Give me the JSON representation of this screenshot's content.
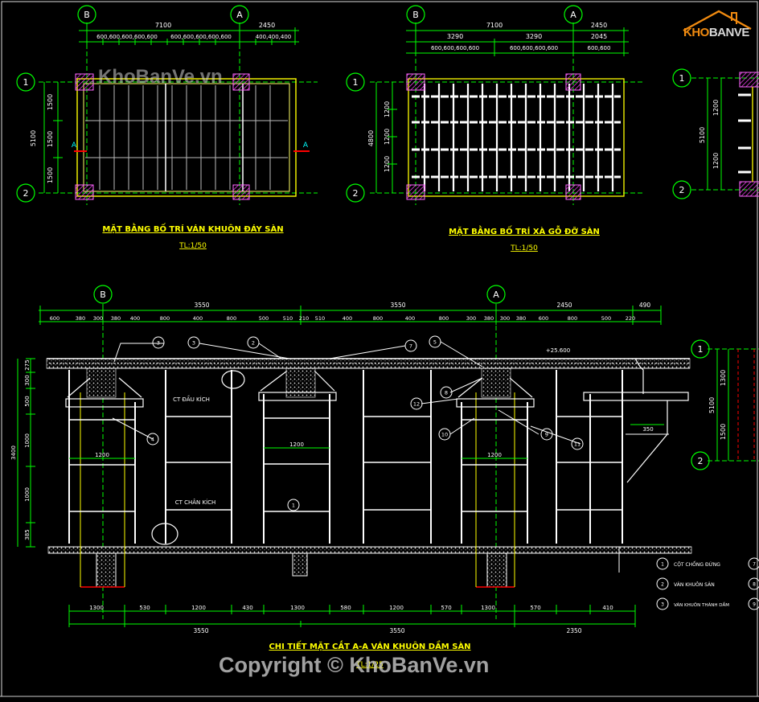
{
  "watermark": {
    "top": "KhoBanVe.vn",
    "bottom": "Copyright © KhoBanVe.vn"
  },
  "logo": {
    "kho": "KHO",
    "banve": "BANVE"
  },
  "plan1": {
    "title": "MẶT BẰNG BỐ TRÍ VÁN KHUÔN ĐÁY SÀN",
    "scale": "TL:1/50",
    "grid_b": "B",
    "grid_a": "A",
    "grid_1": "1",
    "grid_2": "2",
    "dim_main": "7100",
    "dim_right": "2450",
    "dim_sub_left": "600,600,600,600,600",
    "dim_sub_mid": "600,600,600,600,600",
    "dim_sub_right": "400,400,400",
    "dim_v_total": "5100",
    "dim_v_a": "1500",
    "dim_v_b": "1500",
    "dim_v_c": "1500",
    "section": "A"
  },
  "plan2": {
    "title": "MẶT BẰNG BỐ TRÍ XÀ GỖ ĐỠ SÀN",
    "scale": "TL:1/50",
    "grid_b": "B",
    "grid_a": "A",
    "grid_1": "1",
    "grid_2": "2",
    "dim_main": "7100",
    "dim_right": "2450",
    "dim_sub1": "3290",
    "dim_sub2": "3290",
    "dim_sub3": "2045",
    "dim_sub_a": "600,600,600,600",
    "dim_sub_b": "600,600,600,600",
    "dim_sub_c": "600,600",
    "dim_v_total": "4800",
    "dim_v_a": "1200",
    "dim_v_b": "1200",
    "dim_v_c": "1200"
  },
  "plan3": {
    "grid_1": "1",
    "grid_2": "2",
    "dim_v_total": "5100",
    "dim_v_a": "1200",
    "dim_v_b": "1200"
  },
  "plan4": {
    "grid_1": "1",
    "grid_2": "2",
    "dim_v_total": "5100",
    "dim_v_a": "1300",
    "dim_v_b": "1500"
  },
  "section": {
    "title": "CHI TIẾT MẶT CẮT A-A VÁN KHUÔN DẦM SÀN",
    "scale": "TL:1/25",
    "grid_b": "B",
    "grid_a": "A",
    "top_dims": [
      "3550",
      "3550",
      "2450",
      "490"
    ],
    "sub_dims": [
      "600",
      "380",
      "300",
      "380",
      "400",
      "800",
      "400",
      "800",
      "500",
      "510",
      "210",
      "510",
      "400",
      "800",
      "400",
      "800",
      "300",
      "380",
      "300",
      "380",
      "600",
      "800",
      "500",
      "220"
    ],
    "bottom_dims": [
      "1300",
      "530",
      "1200",
      "430",
      "1300",
      "580",
      "1200",
      "570",
      "1300",
      "570",
      "410"
    ],
    "bottom_totals": [
      "3550",
      "3550",
      "2350"
    ],
    "left_dims": [
      "3400",
      "275",
      "300",
      "500",
      "1000",
      "1000",
      "385"
    ],
    "level": "+25.600",
    "labels": {
      "dau_kich": "CT ĐẦU KÍCH",
      "chan_kich": "CT CHÂN KÍCH",
      "w1200a": "1200",
      "w1200b": "1200",
      "w1200c": "1200",
      "w350": "350"
    },
    "callouts": [
      "3",
      "3",
      "2",
      "7",
      "5",
      "4",
      "1",
      "12",
      "10",
      "8",
      "9",
      "11"
    ]
  },
  "legend": [
    {
      "num": "1",
      "text": "CỘT CHỐNG ĐỨNG"
    },
    {
      "num": "2",
      "text": "VÁN KHUÔN SÀN"
    },
    {
      "num": "3",
      "text": "VÁN KHUÔN THÀNH DẦM"
    }
  ],
  "legend_right": [
    "7",
    "8",
    "9"
  ],
  "colors": {
    "dim": "#00ff00",
    "frame": "#ffff00",
    "grid": "#ff0000",
    "label": "#ffff00",
    "line": "#ffffff",
    "hatch": "#ff00ff"
  }
}
